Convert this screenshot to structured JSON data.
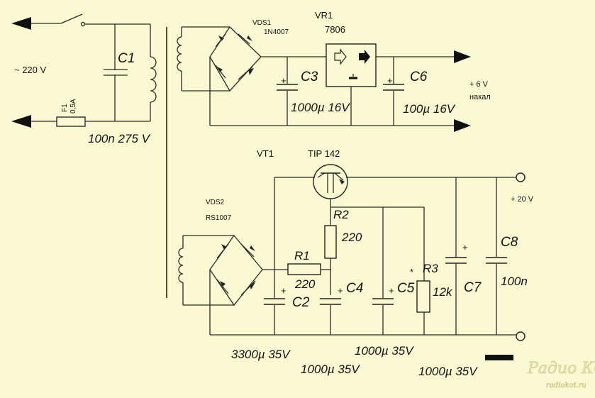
{
  "top": {
    "mains_label": "~ 220 V",
    "fuse_label": "F1",
    "fuse_rating": "0,5A",
    "c1_label": "C1",
    "c1_value": "100n 275 V",
    "vds1_label": "VDS1",
    "vds1_part": "1N4007",
    "vr1_label": "VR1",
    "vr1_part": "7806",
    "c3_label": "C3",
    "c3_value": "1000µ 16V",
    "c6_label": "C6",
    "c6_value": "100µ 16V",
    "out_voltage": "+ 6 V",
    "out_name": "накал"
  },
  "bottom": {
    "vt1_label": "VT1",
    "vt1_part": "TIP 142",
    "vds2_label": "VDS2",
    "vds2_part": "RS1007",
    "r1_label": "R1",
    "r1_value": "220",
    "r2_label": "R2",
    "r2_value": "220",
    "r3_label": "R3",
    "r3_value": "12k",
    "r3_mark": "*",
    "c2_label": "C2",
    "c2_value": "3300µ 35V",
    "c4_label": "C4",
    "c4_value": "1000µ 35V",
    "c5_label": "C5",
    "c5_value": "1000µ 35V",
    "c7_label": "C7",
    "c7_value": "1000µ 35V",
    "c8_label": "C8",
    "c8_value": "100n",
    "out_voltage": "+ 20 V",
    "plus_sign": "+"
  },
  "watermark": {
    "site_name": "Радио КОТ",
    "url": "radiokot.ru"
  }
}
